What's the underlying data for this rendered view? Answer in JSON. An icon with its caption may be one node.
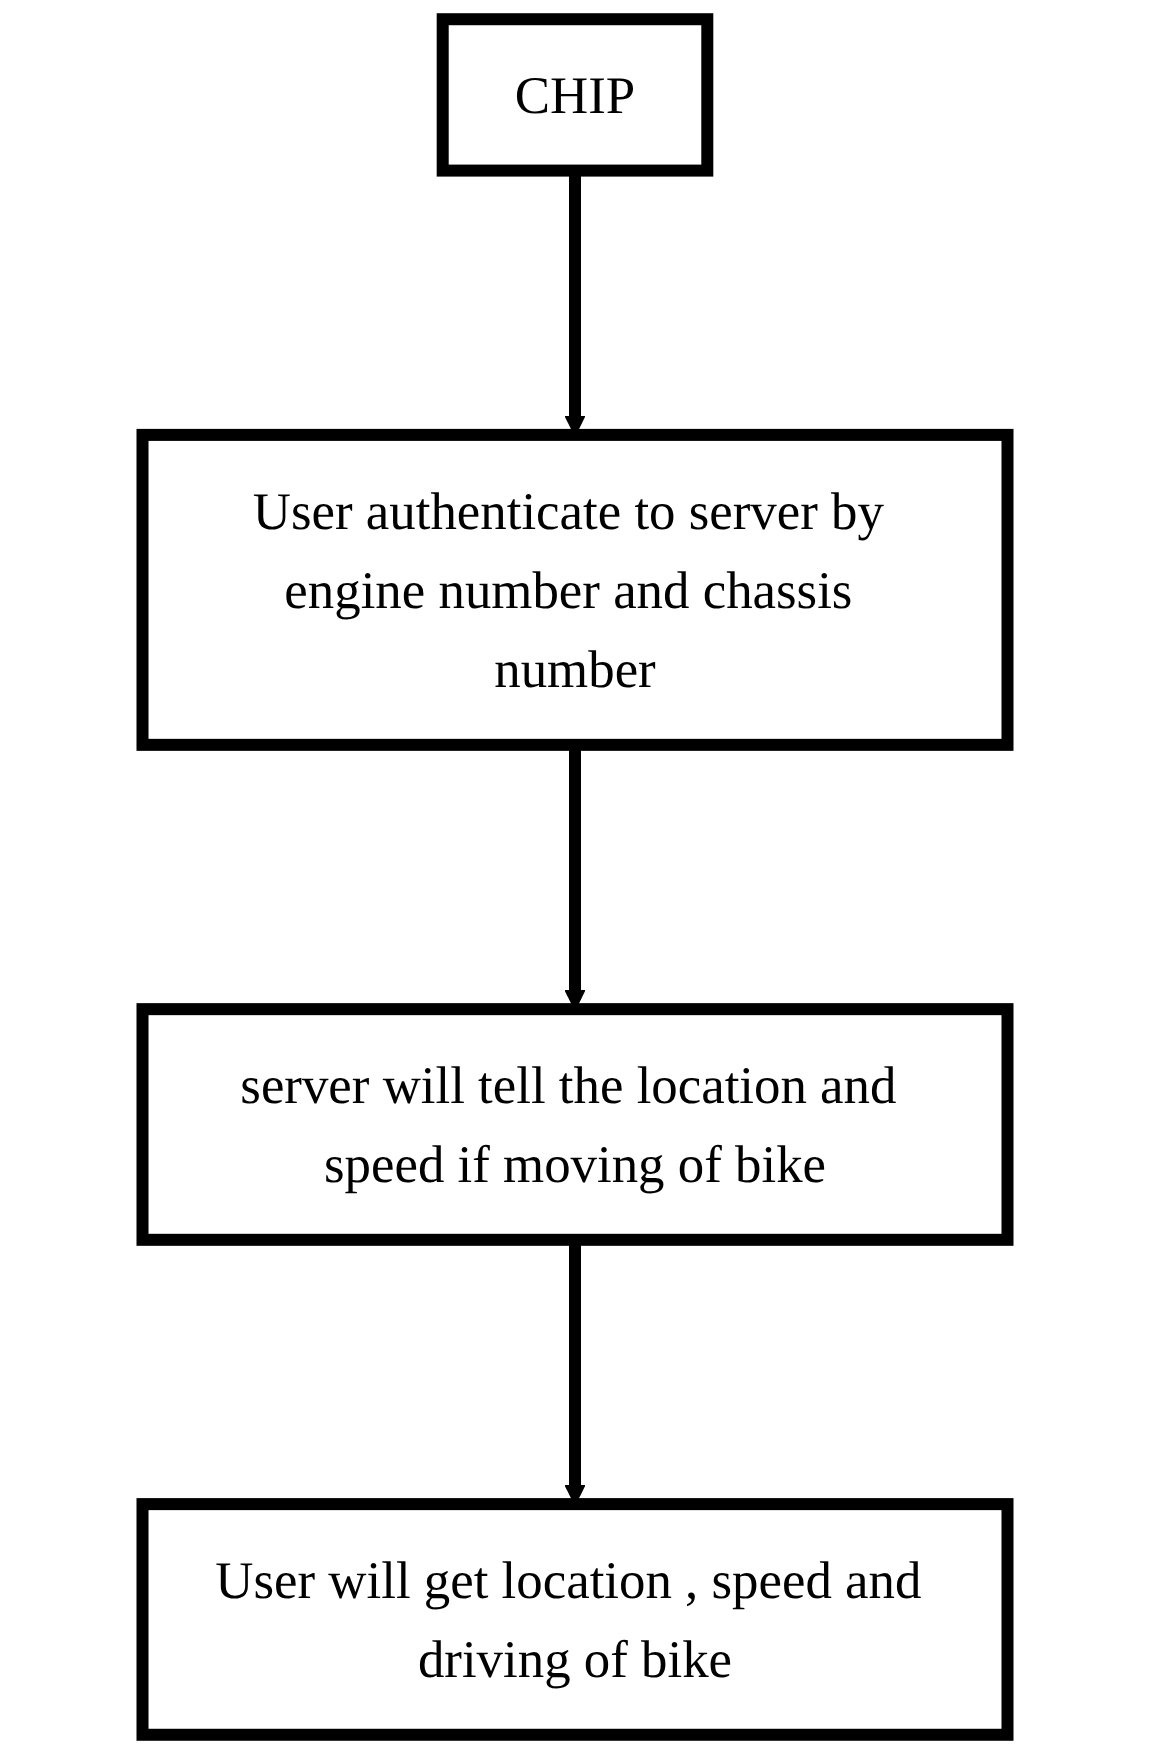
{
  "diagram": {
    "nodes": [
      {
        "text": [
          "CHIP"
        ]
      },
      {
        "text": [
          "User authenticate to server by engine number and chassis number"
        ]
      },
      {
        "text": [
          "server will tell the location and speed if moving of bike"
        ]
      },
      {
        "text": [
          "User will get location , speed and driving of bike"
        ]
      }
    ],
    "edges": [
      {
        "from": 0,
        "to": 1,
        "arrow": "to"
      },
      {
        "from": 1,
        "to": 2,
        "arrow": "to"
      },
      {
        "from": 2,
        "to": 3,
        "arrow": "to"
      }
    ]
  }
}
